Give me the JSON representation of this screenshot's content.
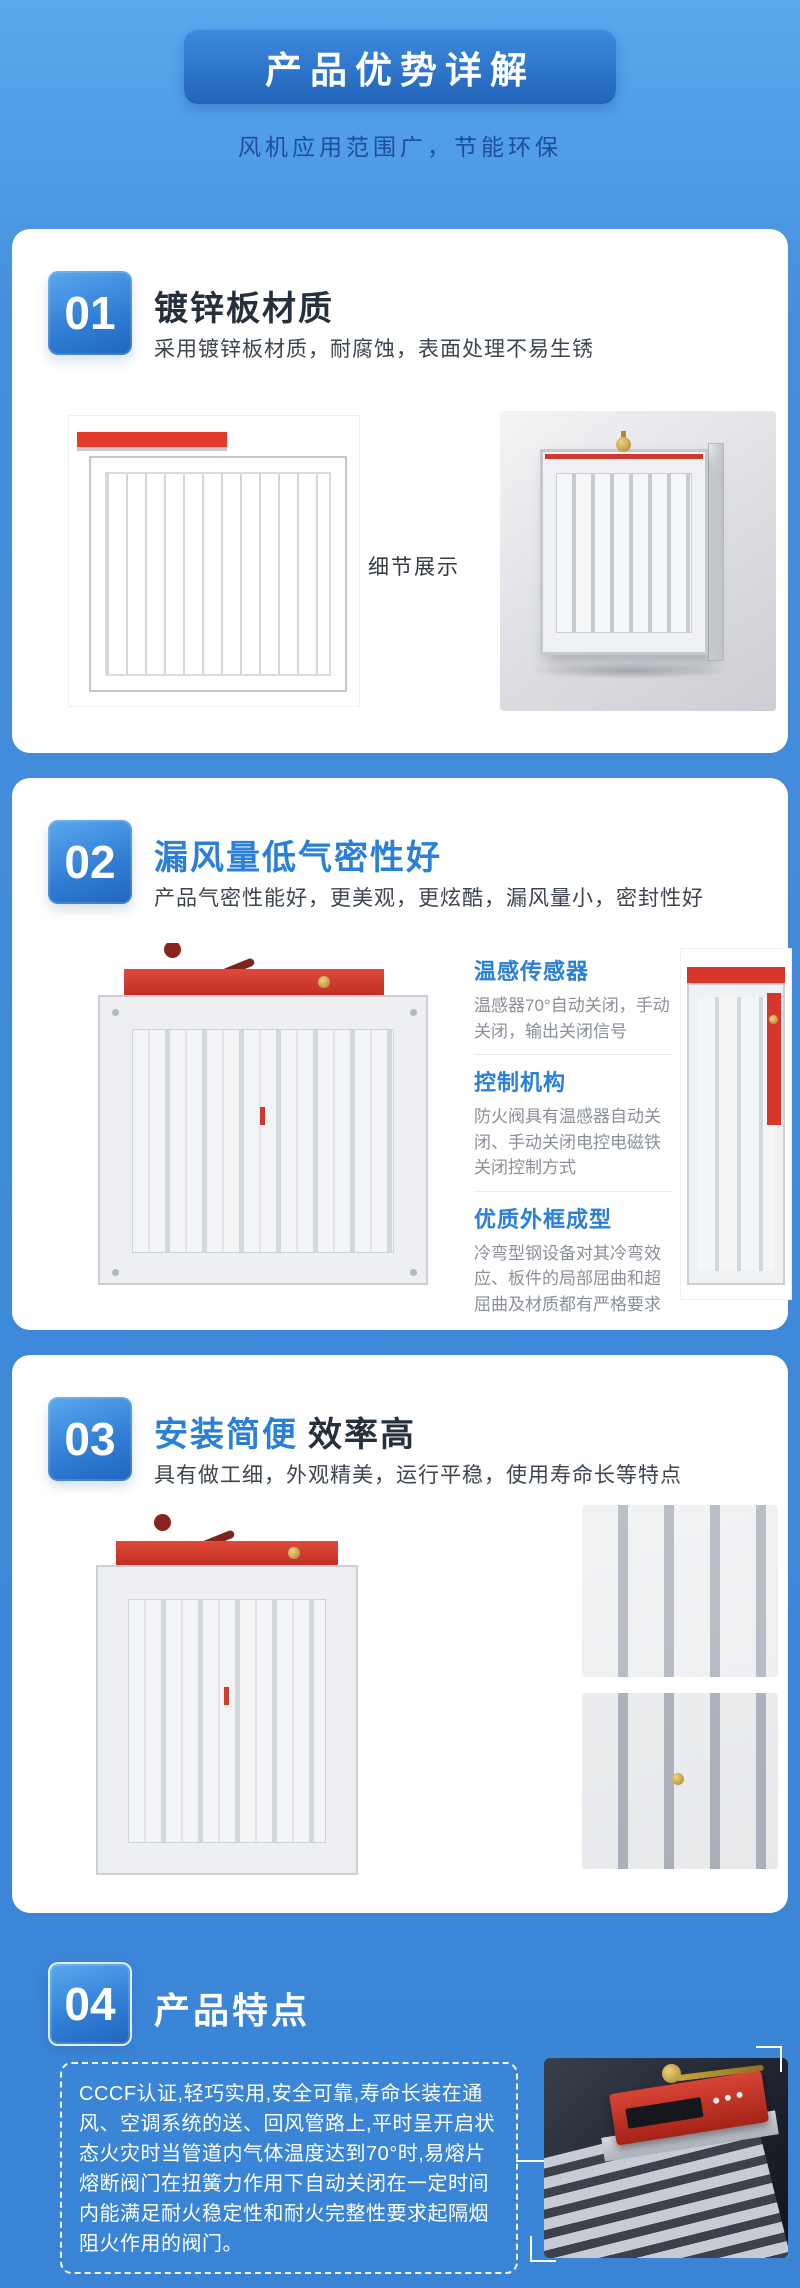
{
  "header": {
    "title": "产品优势详解",
    "subtitle": "风机应用范围广，节能环保"
  },
  "sections": [
    {
      "number": "01",
      "title": "镀锌板材质",
      "desc": "采用镀锌板材质，耐腐蚀，表面处理不易生锈",
      "caption": "细节展示"
    },
    {
      "number": "02",
      "title": "漏风量低气密性好",
      "desc": "产品气密性能好，更美观，更炫酷，漏风量小，密封性好",
      "features": [
        {
          "title": "温感传感器",
          "desc": "温感器70°自动关闭，手动关闭，输出关闭信号"
        },
        {
          "title": "控制机构",
          "desc": "防火阀具有温感器自动关闭、手动关闭电控电磁铁关闭控制方式"
        },
        {
          "title": "优质外框成型",
          "desc": "冷弯型钢设备对其冷弯效应、板件的局部屈曲和超屈曲及材质都有严格要求"
        }
      ]
    },
    {
      "number": "03",
      "title": "安装简便",
      "title2": "效率高",
      "desc": "具有做工细，外观精美，运行平稳，使用寿命长等特点"
    },
    {
      "number": "04",
      "title": "产品特点",
      "body": "CCCF认证,轻巧实用,安全可靠,寿命长装在通风、空调系统的送、回风管路上,平时呈开启状态火灾时当管道内气体温度达到70°时,易熔片熔断阀门在扭簧力作用下自动关闭在一定时间内能满足耐火稳定性和耐火完整性要求起隔烟阻火作用的阀门。"
    }
  ],
  "colors": {
    "page_bg": "#3f89d9",
    "header_box": "#2264ba",
    "subtitle_text": "#1c4f98",
    "accent_blue": "#2a7fd8",
    "product_red": "#d8352b",
    "brass_gold": "#c9a23f",
    "card_bg": "#ffffff"
  }
}
